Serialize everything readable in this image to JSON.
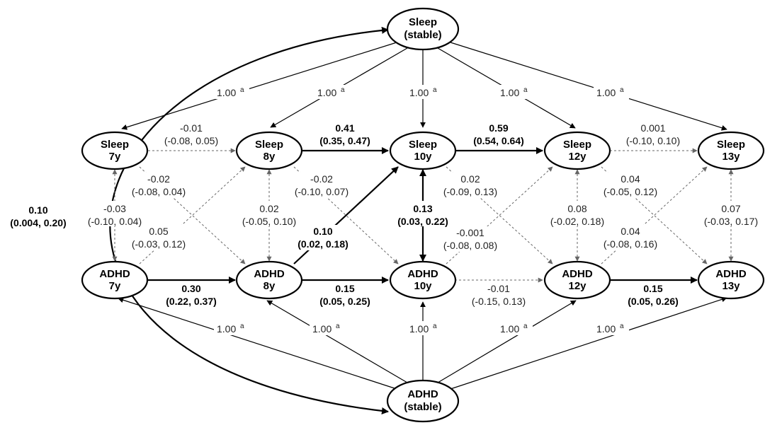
{
  "nodes": {
    "sleep_stable": [
      "Sleep",
      "(stable)"
    ],
    "adhd_stable": [
      "ADHD",
      "(stable)"
    ],
    "sleep_7": [
      "Sleep",
      "7y"
    ],
    "sleep_8": [
      "Sleep",
      "8y"
    ],
    "sleep_10": [
      "Sleep",
      "10y"
    ],
    "sleep_12": [
      "Sleep",
      "12y"
    ],
    "sleep_13": [
      "Sleep",
      "13y"
    ],
    "adhd_7": [
      "ADHD",
      "7y"
    ],
    "adhd_8": [
      "ADHD",
      "8y"
    ],
    "adhd_10": [
      "ADHD",
      "10y"
    ],
    "adhd_12": [
      "ADHD",
      "12y"
    ],
    "adhd_13": [
      "ADHD",
      "13y"
    ]
  },
  "loading_label": "1.00",
  "loading_superscript": "a",
  "paths": {
    "stable_cov": [
      "0.10",
      "(0.004, 0.20)"
    ],
    "s7_s8": [
      "-0.01",
      "(-0.08, 0.05)"
    ],
    "s8_s10": [
      "0.41",
      "(0.35, 0.47)"
    ],
    "s10_s12": [
      "0.59",
      "(0.54, 0.64)"
    ],
    "s12_s13": [
      "0.001",
      "(-0.10, 0.10)"
    ],
    "a7_a8": [
      "0.30",
      "(0.22, 0.37)"
    ],
    "a8_a10": [
      "0.15",
      "(0.05, 0.25)"
    ],
    "a10_a12": [
      "-0.01",
      "(-0.15, 0.13)"
    ],
    "a12_a13": [
      "0.15",
      "(0.05, 0.26)"
    ],
    "s7_a8": [
      "-0.02",
      "(-0.08, 0.04)"
    ],
    "a7_s8": [
      "0.05",
      "(-0.03, 0.12)"
    ],
    "s8_a10": [
      "-0.02",
      "(-0.10, 0.07)"
    ],
    "a8_s10": [
      "0.10",
      "(0.02, 0.18)"
    ],
    "s10_a12": [
      "0.02",
      "(-0.09, 0.13)"
    ],
    "a10_s12": [
      "-0.001",
      "(-0.08, 0.08)"
    ],
    "s12_a13": [
      "0.04",
      "(-0.05, 0.12)"
    ],
    "a12_s13": [
      "0.04",
      "(-0.08, 0.16)"
    ],
    "cov7": [
      "-0.03",
      "(-0.10, 0.04)"
    ],
    "cov8": [
      "0.02",
      "(-0.05, 0.10)"
    ],
    "cov10": [
      "0.13",
      "(0.03, 0.22)"
    ],
    "cov12": [
      "0.08",
      "(-0.02, 0.18)"
    ],
    "cov13": [
      "0.07",
      "(-0.03, 0.17)"
    ]
  }
}
